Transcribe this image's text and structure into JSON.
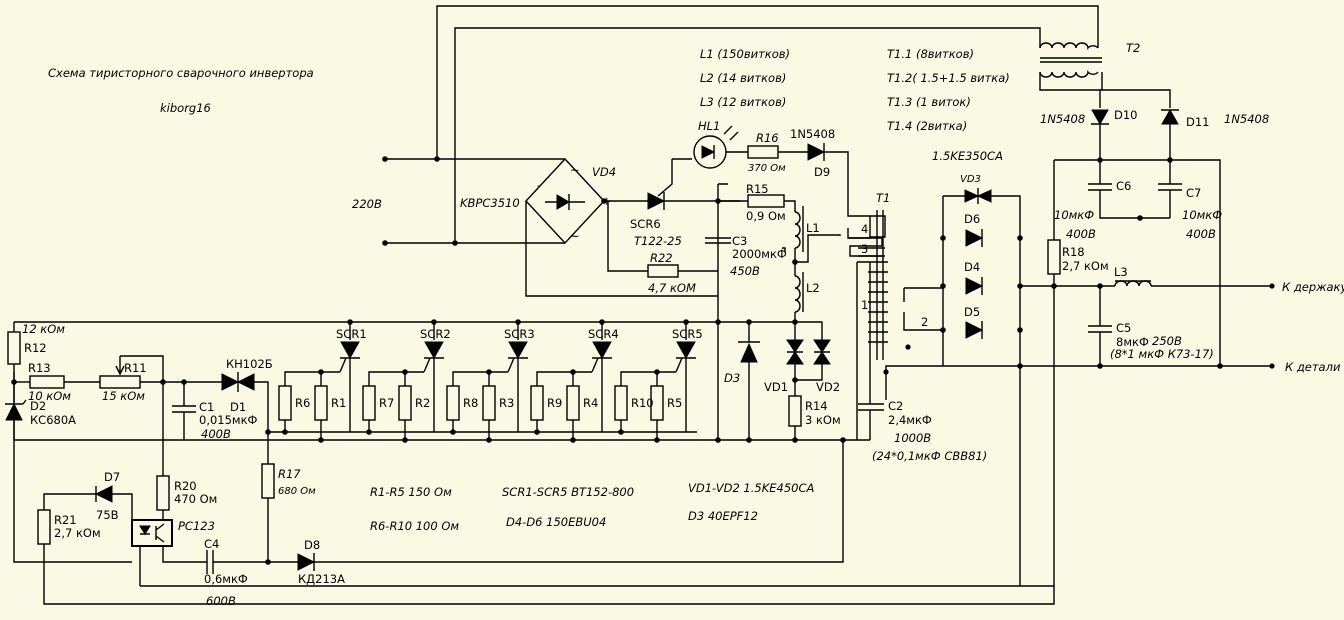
{
  "title": "Схема тиристорного сварочного инвертора",
  "author": "kiborg16",
  "input_voltage": "220В",
  "output_holder": "К держаку",
  "output_part": "К детали",
  "windings": {
    "l1": "L1 (150витков)",
    "l2": "L2 (14 витков)",
    "l3": "L3 (12 витков)",
    "t1_1": "T1.1 (8витков)",
    "t1_2": "T1.2( 1.5+1.5 витка)",
    "t1_3": "T1.3 (1 виток)",
    "t1_4": "T1.4 (2витка)"
  },
  "notes": {
    "r1_r5": "R1-R5 150 Ом",
    "r6_r10": "R6-R10 100 Ом",
    "scr": "SCR1-SCR5 BT152-800",
    "d4_d6": "D4-D6 150EBU04",
    "vd1_vd2": "VD1-VD2 1.5KE450CA",
    "d3": "D3 40EPF12"
  },
  "components": {
    "vd4": "VD4",
    "kbpc": "KBPC3510",
    "minus": "-",
    "plus": "+",
    "tilde1": "~",
    "tilde2": "~",
    "hl1": "HL1",
    "r16": "R16",
    "r16_val": "370 Ом",
    "d9_type": "1N5408",
    "d9": "D9",
    "scr6": "SCR6",
    "scr6_type": "T122-25",
    "r15": "R15",
    "r15_val": "0,9 Ом",
    "c3": "C3",
    "c3_val": "2000мкФ",
    "c3_v": "450В",
    "r22": "R22",
    "r22_val": "4,7 кОМ",
    "l1": "L1",
    "l2": "L2",
    "l3": "L3",
    "t1": "T1",
    "t2": "T2",
    "pin4": "4",
    "pin3": "3",
    "pin1": "1",
    "pin2": "2",
    "vd3_type": "1.5KE350CA",
    "vd3": "VD3",
    "d4": "D4",
    "d5": "D5",
    "d6": "D6",
    "d10": "D10",
    "d10_type": "1N5408",
    "d11": "D11",
    "d11_type": "1N5408",
    "c6": "C6",
    "c6_val": "10мкФ",
    "c6_v": "400В",
    "c7": "C7",
    "c7_val": "10мкФ",
    "c7_v": "400В",
    "r18": "R18",
    "r18_val": "2,7 кОм",
    "c5": "C5",
    "c5_val": "8мкФ",
    "c5_v": "250В",
    "c5_note": "(8*1 мкФ К73-17)",
    "c2": "C2",
    "c2_val": "2,4мкФ",
    "c2_v": "1000В",
    "c2_note": "(24*0,1мкФ СВВ81)",
    "r14": "R14",
    "r14_val": "3 кОм",
    "vd1": "VD1",
    "vd2": "VD2",
    "d3": "D3",
    "r12": "R12",
    "r12_val": "12 кОм",
    "r13": "R13",
    "r13_val": "10 кОм",
    "r11": "R11",
    "r11_val": "15 кОм",
    "d2": "D2",
    "d2_type": "КС680А",
    "c1": "C1",
    "c1_val": "0,015мкФ",
    "c1_v": "400В",
    "d1": "D1",
    "d1_type": "КН102Б",
    "r17": "R17",
    "r17_val": "680 Ом",
    "r20": "R20",
    "r20_val": "470 Ом",
    "d7": "D7",
    "d7_val": "75В",
    "r21": "R21",
    "r21_val": "2,7 кОм",
    "pc123": "PC123",
    "c4": "C4",
    "c4_val": "0,6мкФ",
    "c4_v": "600В",
    "d8": "D8",
    "d8_type": "КД213А",
    "scr_labels": [
      "SCR1",
      "SCR2",
      "SCR3",
      "SCR4",
      "SCR5"
    ],
    "r_outer": [
      "R6",
      "R7",
      "R8",
      "R9",
      "R10"
    ],
    "r_inner": [
      "R1",
      "R2",
      "R3",
      "R4",
      "R5"
    ]
  }
}
